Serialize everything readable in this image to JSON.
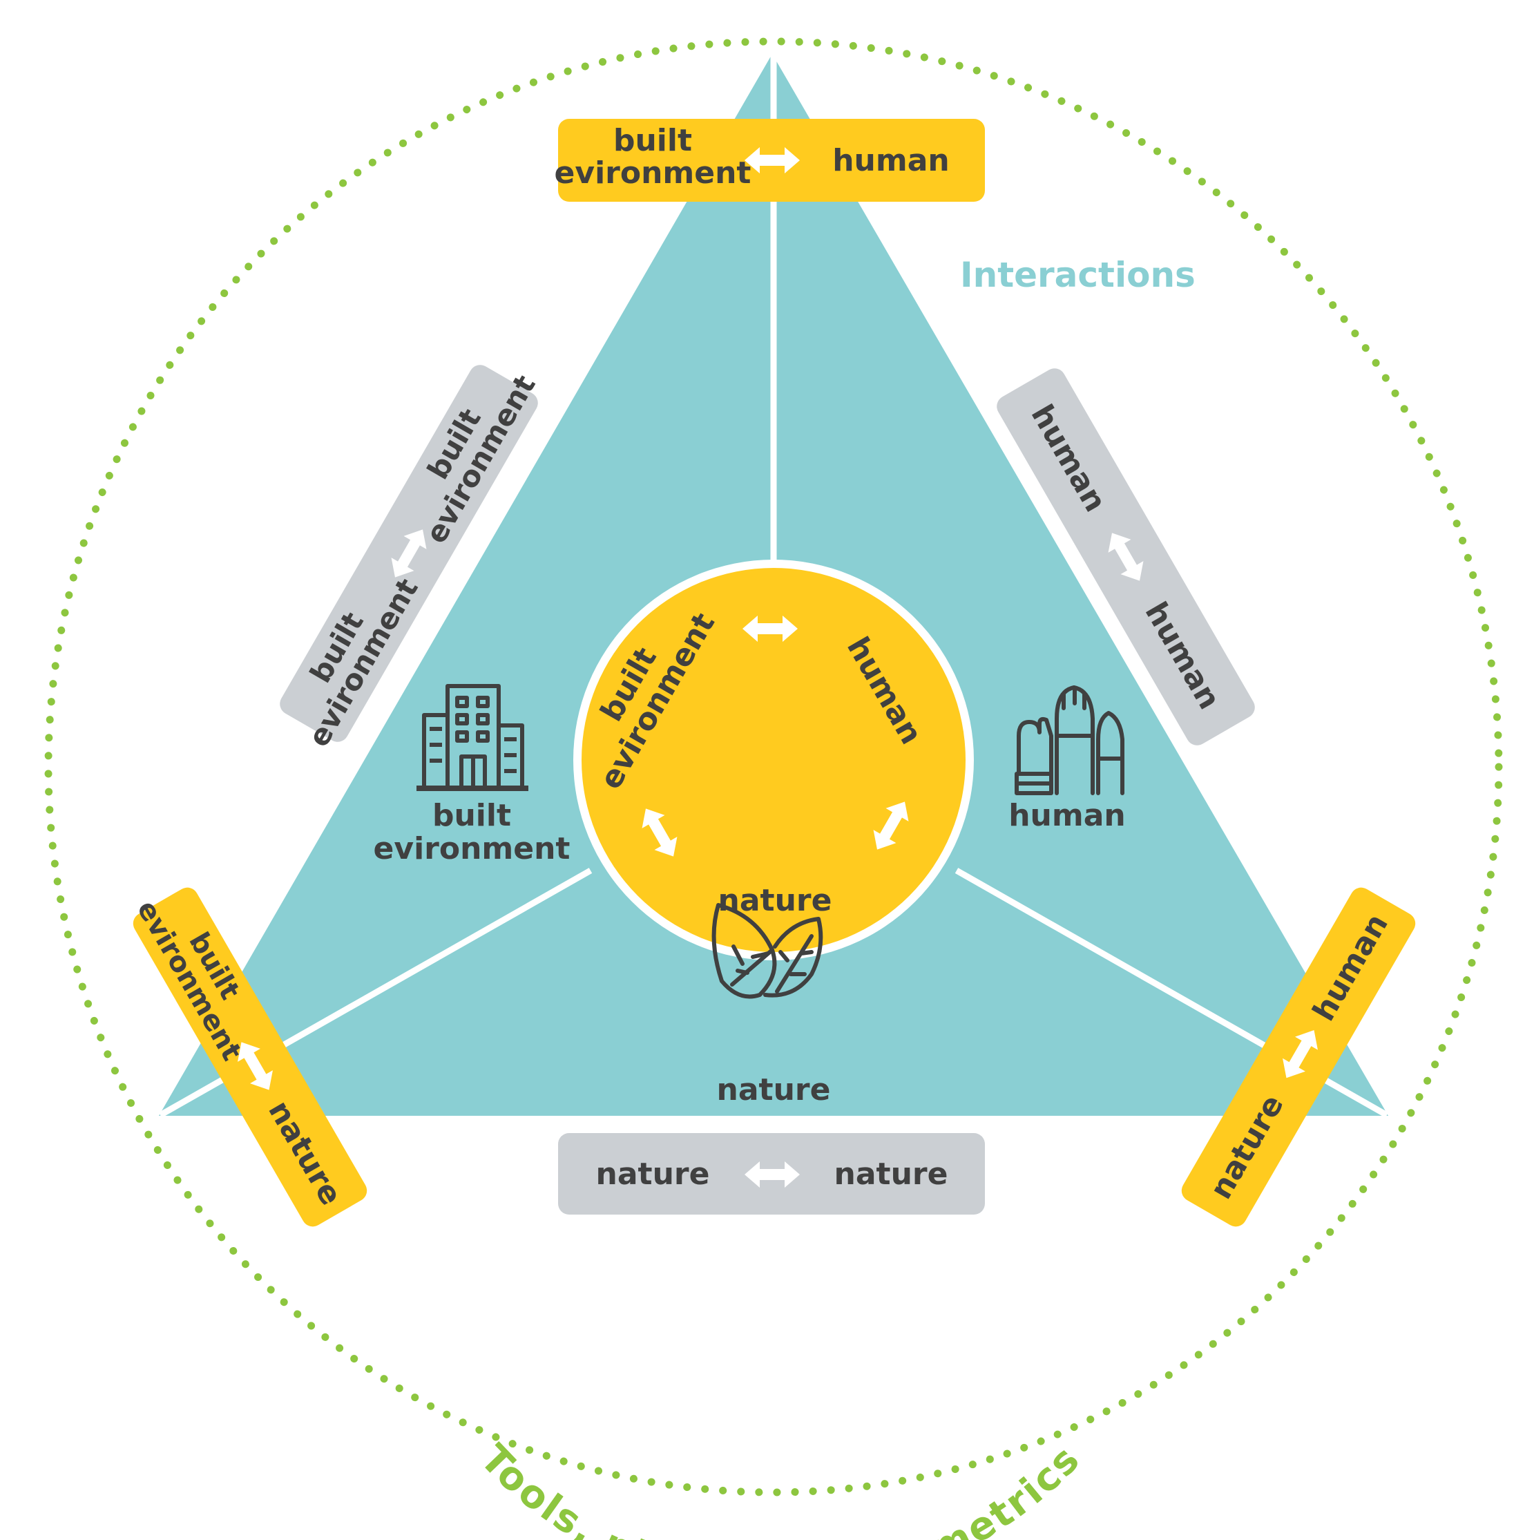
{
  "interactions_label": "Interactions",
  "ring_label": "Tools, platforms and metrics",
  "colors": {
    "triangle": "#8acfd3",
    "yellow": "#ffcb1f",
    "grey": "#cbcfd3",
    "ring_dots": "#8dc63f",
    "text": "#404040",
    "interactions": "#8acfd3"
  },
  "icons": {
    "built": "building-icon",
    "human": "raised-hands-icon",
    "nature": "leaves-icon"
  },
  "pillars": {
    "built": {
      "line1": "built",
      "line2": "evironment"
    },
    "human": {
      "label": "human"
    },
    "nature": {
      "label": "nature"
    }
  },
  "center": {
    "built_line1": "built",
    "built_line2": "evironment",
    "human": "human",
    "nature": "nature"
  },
  "boxes": {
    "top": {
      "left_line1": "built",
      "left_line2": "evironment",
      "right": "human"
    },
    "upper_left": {
      "a_line1": "built",
      "a_line2": "evironment",
      "b_line1": "built",
      "b_line2": "evironment"
    },
    "upper_right": {
      "a": "human",
      "b": "human"
    },
    "bottom_left": {
      "a_line1": "built",
      "a_line2": "evironment",
      "b": "nature"
    },
    "bottom_right": {
      "a": "human",
      "b": "nature"
    },
    "bottom": {
      "a": "nature",
      "b": "nature"
    }
  }
}
